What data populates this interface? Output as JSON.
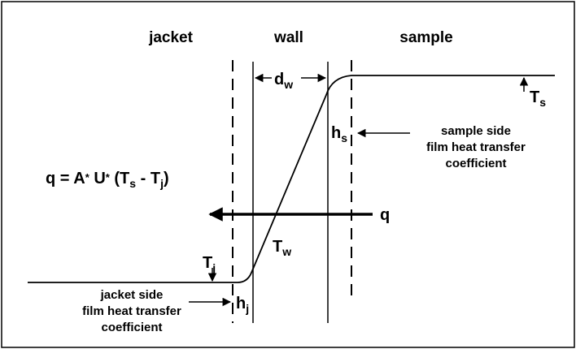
{
  "regions": {
    "jacket": "jacket",
    "wall": "wall",
    "sample": "sample"
  },
  "labels": {
    "d_main": "d",
    "d_sub": "w",
    "Ts_main": "T",
    "Ts_sub": "s",
    "hs_main": "h",
    "hs_sub": "s",
    "Tj_main": "T",
    "Tj_sub": "j",
    "Tw_main": "T",
    "Tw_sub": "w",
    "hj_main": "h",
    "hj_sub": "j",
    "q": "q"
  },
  "equation": {
    "lhs": "q = A",
    "star1": "*",
    "U": " U",
    "star2": "*",
    "open": " (T",
    "sub_s": "s",
    "minus": " - T",
    "sub_j": "j",
    "close": ")"
  },
  "notes": {
    "sample_side": [
      "sample side",
      "film heat transfer",
      "coefficient"
    ],
    "jacket_side": [
      "jacket side",
      "film heat transfer",
      "coefficient"
    ]
  },
  "colors": {
    "ink": "#000000",
    "background": "#ffffff"
  }
}
